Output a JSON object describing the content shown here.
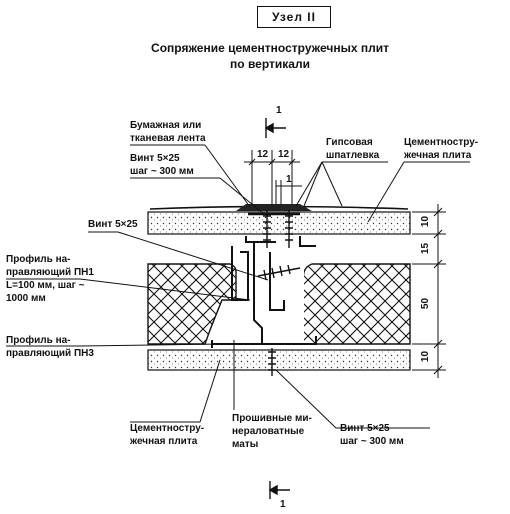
{
  "header": {
    "node_label": "Узел  II",
    "title_line1": "Сопряжение цементностружечных  плит",
    "title_line2": "по  вертикали"
  },
  "section_mark": {
    "top": "1",
    "bottom": "1"
  },
  "labels": {
    "tape": [
      "Бумажная или",
      "тканевая лента"
    ],
    "screw_top": [
      "Винт 5×25",
      "шаг ~ 300 мм"
    ],
    "gypsum": [
      "Гипсовая",
      "шпатлевка"
    ],
    "cement_board_top": [
      "Цементностру-",
      "жечная плита"
    ],
    "screw_left": "Винт 5×25",
    "profile_pn1": [
      "Профиль на-",
      "правляющий ПН1",
      "L=100 мм, шаг ~",
      "1000 мм"
    ],
    "profile_pn3": [
      "Профиль на-",
      "правляющий ПН3"
    ],
    "cement_board_bottom": [
      "Цементностру-",
      "жечная плита"
    ],
    "mineral_mats": [
      "Прошивные ми-",
      "нераловатные",
      "маты"
    ],
    "screw_bottom": [
      "Винт 5×25",
      "шаг ~ 300 мм"
    ]
  },
  "dimensions": {
    "top_left": "12",
    "top_right": "12",
    "top_small": "1",
    "right": [
      "10",
      "15",
      "50",
      "10"
    ]
  }
}
